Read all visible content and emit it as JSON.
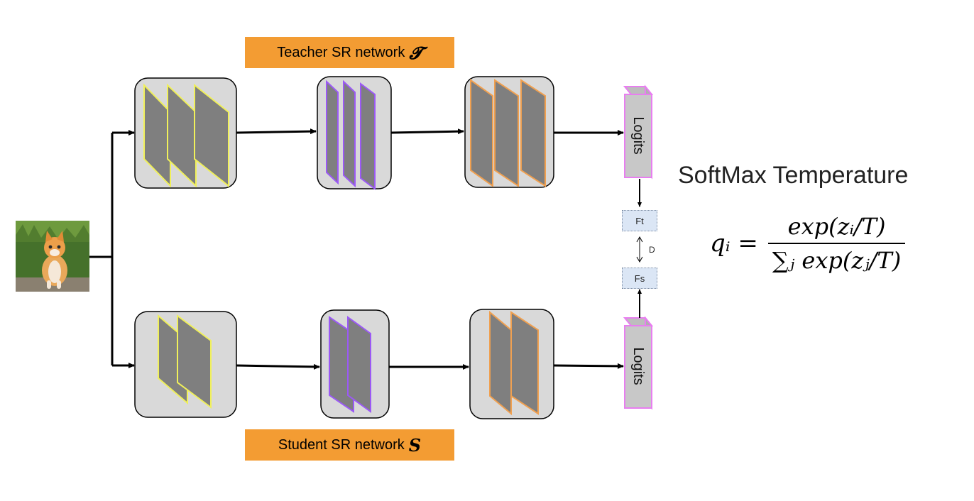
{
  "teacher_label": {
    "text": "Teacher SR network",
    "symbol": "𝓣"
  },
  "student_label": {
    "text": "Student SR network",
    "symbol": "S"
  },
  "logits": {
    "teacher": "Logits",
    "student": "Logits"
  },
  "distill": {
    "ft": "Ft",
    "fs": "Fs",
    "d": "D"
  },
  "softmax": {
    "title": "SoftMax Temperature",
    "lhs": "qᵢ =",
    "numerator": "exp(zᵢ/T)",
    "denominator": "∑ⱼ exp(zⱼ/T)"
  },
  "colors": {
    "label_bg": "#f39c33",
    "block_bg": "#d9d9d9",
    "layer_fill": "#7f7f7f",
    "stage1": "#f0f05a",
    "stage2": "#9b59f5",
    "stage3": "#f0a050",
    "logits_edge": "#e87ef0",
    "logits_fill": "#c8c8c8",
    "fbox_bg": "#dbe6f5"
  },
  "icons": {
    "input": "kitten-image"
  }
}
